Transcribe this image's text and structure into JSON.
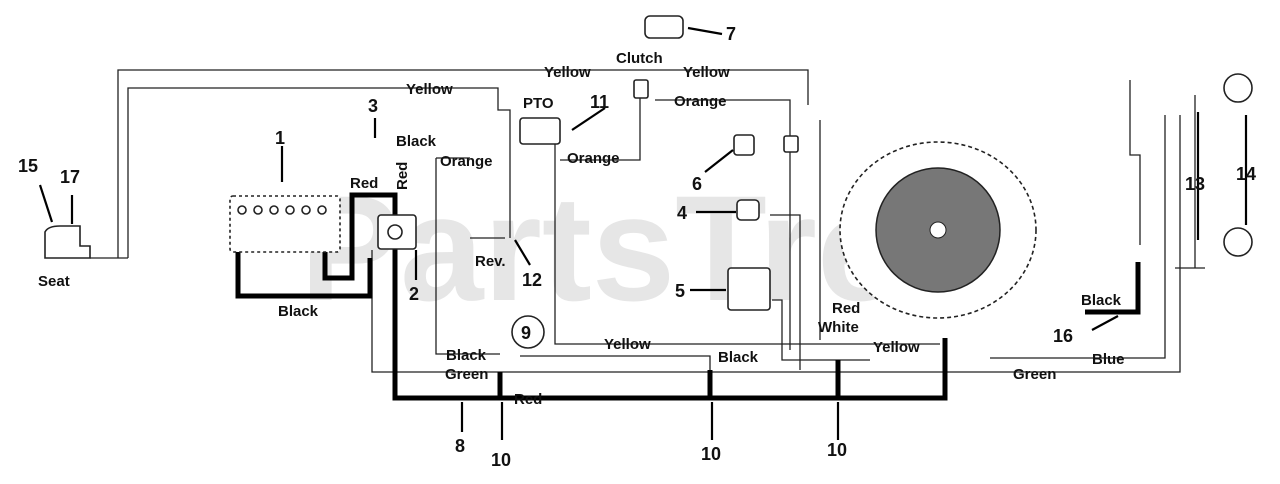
{
  "watermark": "PartsTree",
  "component_numbers": {
    "n1": "1",
    "n2": "2",
    "n3": "3",
    "n4": "4",
    "n5": "5",
    "n6": "6",
    "n7": "7",
    "n8": "8",
    "n9": "9",
    "n10a": "10",
    "n10b": "10",
    "n10c": "10",
    "n11": "11",
    "n12": "12",
    "n13": "13",
    "n14": "14",
    "n15": "15",
    "n16": "16",
    "n17": "17"
  },
  "labels": {
    "seat": "Seat",
    "clutch": "Clutch",
    "pto": "PTO",
    "rev": "Rev."
  },
  "wire_labels": {
    "yellow_top_left": "Yellow",
    "yellow_top_right": "Yellow",
    "yellow_second": "Yellow",
    "black_3": "Black",
    "red_vertical": "Red",
    "red_1": "Red",
    "orange_left": "Orange",
    "orange_mid": "Orange",
    "orange_top": "Orange",
    "black_left": "Black",
    "black_bottom": "Black",
    "green_bottom": "Green",
    "red_bottom": "Red",
    "yellow_bottom": "Yellow",
    "black_mid": "Black",
    "red_right": "Red",
    "white_right": "White",
    "yellow_right": "Yellow",
    "black_16": "Black",
    "blue": "Blue",
    "green_right": "Green"
  }
}
